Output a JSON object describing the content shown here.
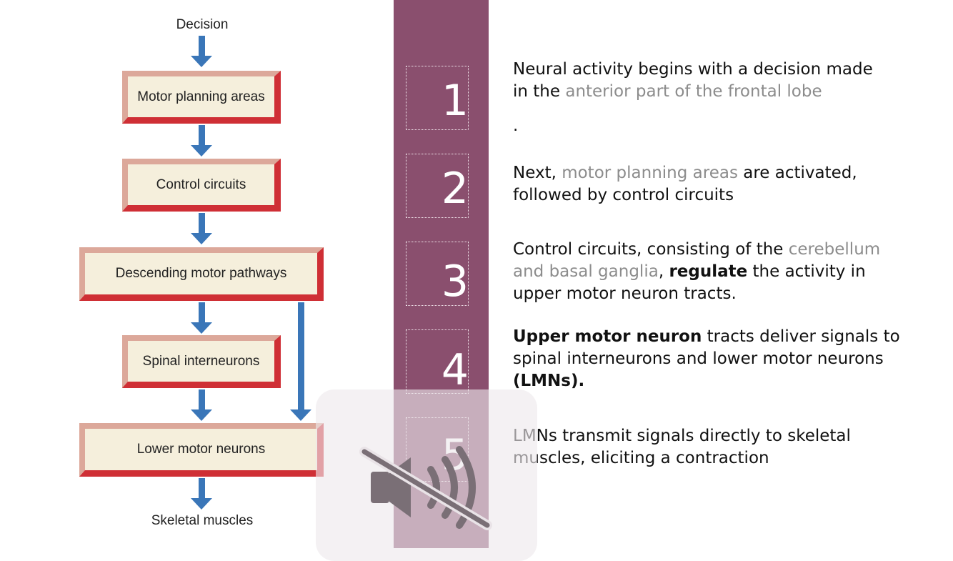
{
  "flowchart": {
    "top_label": "Decision",
    "boxes": [
      "Motor planning areas",
      "Control circuits",
      "Descending motor pathways",
      "Spinal interneurons",
      "Lower motor neurons"
    ],
    "bottom_label": "Skeletal muscles"
  },
  "steps": [
    {
      "number": "1",
      "t1": "Neural activity begins with a decision made in the ",
      "h1": "anterior part of the frontal lobe",
      "trail": "."
    },
    {
      "number": "2",
      "t1": "Next, ",
      "h1": "motor planning areas",
      "t2": " are activated, followed by control circuits"
    },
    {
      "number": "3",
      "t1": "Control circuits, consisting of the ",
      "h1": "cerebellum and basal ganglia",
      "t2": ", ",
      "b1": "regulate",
      "t3": " the activity in upper motor neuron tracts."
    },
    {
      "number": "4",
      "b1": "Upper motor neuron",
      "t1": " tracts deliver signals to spinal interneurons and lower motor neurons ",
      "b2": "(LMNs)."
    },
    {
      "number": "5",
      "t1": "LMNs transmit signals directly to skeletal muscles, eliciting a contraction"
    }
  ],
  "colors": {
    "band": "#8a4f6e",
    "arrow": "#3a76b8",
    "box_border": "#cf2f35",
    "box_fill": "#f5efdc",
    "highlight": "#8c8c8c"
  },
  "overlay_icon": "speaker-muted-icon"
}
